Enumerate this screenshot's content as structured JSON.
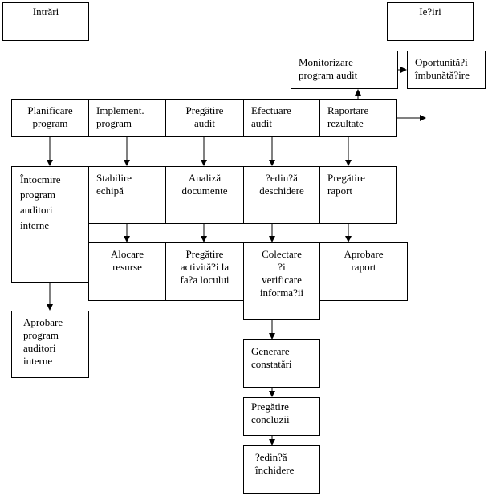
{
  "nodes": {
    "intrari": "Intrări",
    "iesiri": "Ie?iri",
    "monitorizare": "Monitorizare\nprogram audit",
    "oportunitati": "Oportunită?i\nîmbunătă?ire",
    "planificare": "Planificare\nprogram",
    "implement": "Implement.\nprogram",
    "pregatire_audit": "Pregătire\naudit",
    "efectuare": "Efectuare\naudit",
    "raportare": "Raportare\nrezultate",
    "intocmire": "Întocmire\nprogram\nauditori\ninterne",
    "stabilire": "Stabilire\nechipă",
    "analiza": "Analiză\ndocumente",
    "sedinta_deschidere": "?edin?ă\ndeschidere",
    "pregatire_raport": "Pregătire\nraport",
    "alocare": "Alocare\nresurse",
    "pregatire_activitati": "Pregătire\nactivită?i la\nfa?a locului",
    "colectare": "Colectare\n?i\nverificare\ninforma?ii",
    "aprobare_raport": "Aprobare\nraport",
    "aprobare_program": "Aprobare\nprogram\nauditori\ninterne",
    "generare": "Generare\nconstatări",
    "concluzii": "Pregătire\nconcluzii",
    "sedinta_inchidere": "?edin?ă\nînchidere"
  }
}
